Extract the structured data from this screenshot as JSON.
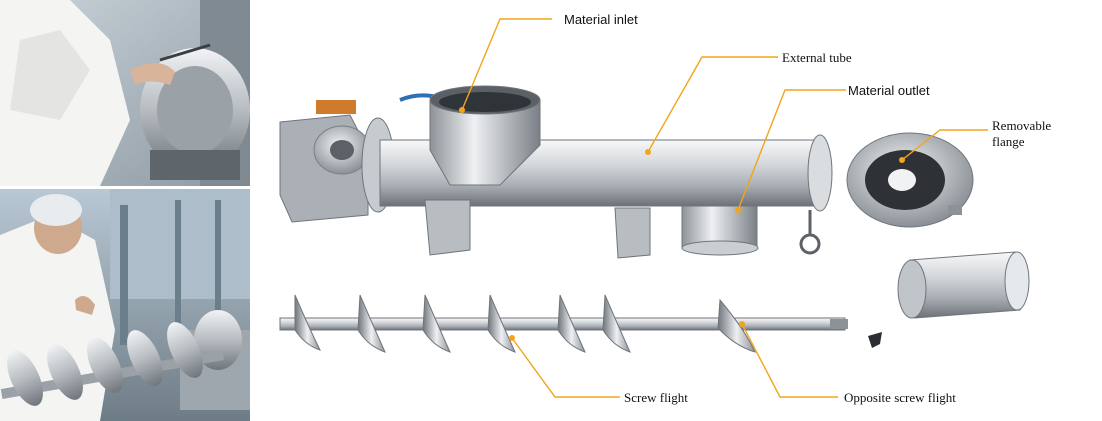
{
  "labels": {
    "material_inlet": "Material inlet",
    "external_tube": "External tube",
    "material_outlet": "Material outlet",
    "removable_flange_line1": "Removable",
    "removable_flange_line2": "flange",
    "screw_flight": "Screw flight",
    "opposite_screw_flight": "Opposite screw flight"
  },
  "colors": {
    "leader": "#f2a51c",
    "steel_light": "#e4e7ea",
    "steel_dark": "#8c9298",
    "coat_white": "#f4f4f2"
  }
}
